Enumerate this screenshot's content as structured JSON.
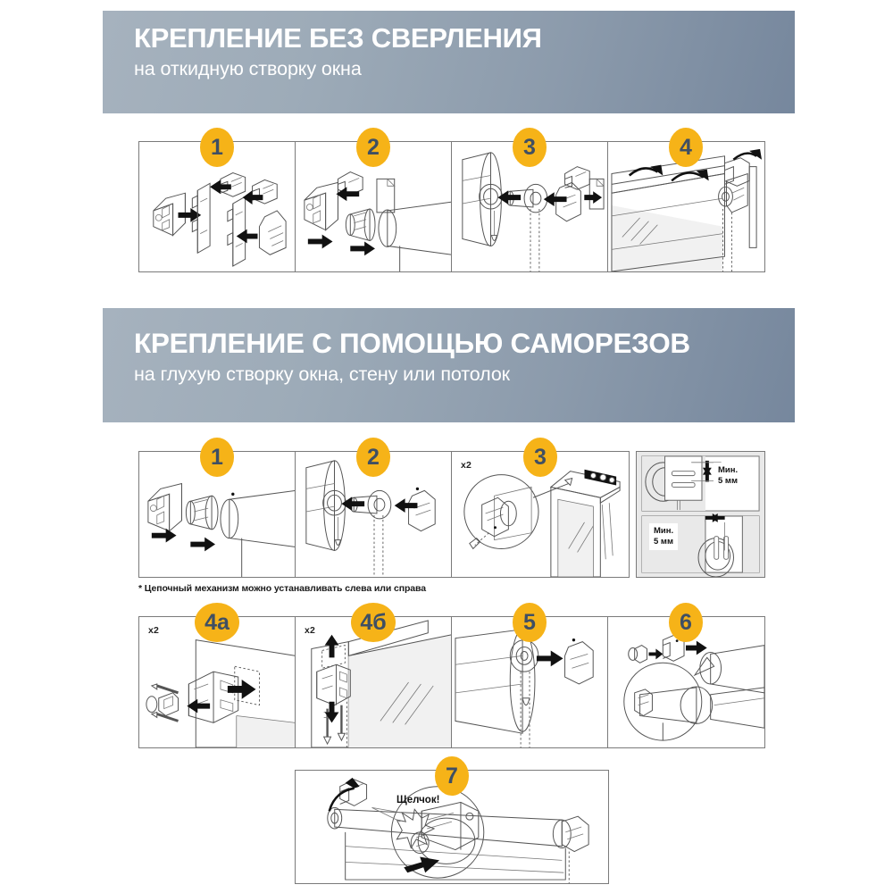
{
  "document": {
    "language": "ru",
    "type": "installation-instructions",
    "product": "roller-blind"
  },
  "colors": {
    "banner_light": "#a6b2be",
    "banner_dark": "#76879d",
    "badge_fill": "#f6b318",
    "badge_text": "#3f4f63",
    "panel_border": "#7a7a7a",
    "background": "#ffffff",
    "arrow": "#111111"
  },
  "sections": [
    {
      "id": "section-no-drill",
      "banner": {
        "title": "КРЕПЛЕНИЕ БЕЗ СВЕРЛЕНИЯ",
        "subtitle": "на откидную створку окна"
      },
      "steps": [
        {
          "number": "1",
          "note": "",
          "caption": ""
        },
        {
          "number": "2",
          "note": "",
          "caption": ""
        },
        {
          "number": "3",
          "note": "",
          "caption": ""
        },
        {
          "number": "4",
          "note": "",
          "caption": ""
        }
      ]
    },
    {
      "id": "section-screws",
      "banner": {
        "title": "КРЕПЛЕНИЕ С ПОМОЩЬЮ САМОРЕЗОВ",
        "subtitle": "на глухую створку окна, стену или потолок"
      },
      "footnote": "* Цепочный механизм можно устанавливать слева или справа",
      "steps": [
        {
          "number": "1",
          "note": "",
          "caption": ""
        },
        {
          "number": "2",
          "note": "",
          "caption": ""
        },
        {
          "number": "3",
          "note": "x2",
          "caption": ""
        },
        {
          "number": "4а",
          "note": "x2",
          "caption": ""
        },
        {
          "number": "4б",
          "note": "x2",
          "caption": ""
        },
        {
          "number": "5",
          "note": "",
          "caption": ""
        },
        {
          "number": "6",
          "note": "",
          "caption": ""
        },
        {
          "number": "7",
          "note": "",
          "caption": ""
        }
      ],
      "detail_panel": {
        "label_top": "Мин.\n5 мм",
        "label_bottom": "Мин.\n5 мм"
      }
    }
  ],
  "annotations": {
    "click_label": "Щелчок!",
    "x2_label": "x2"
  }
}
